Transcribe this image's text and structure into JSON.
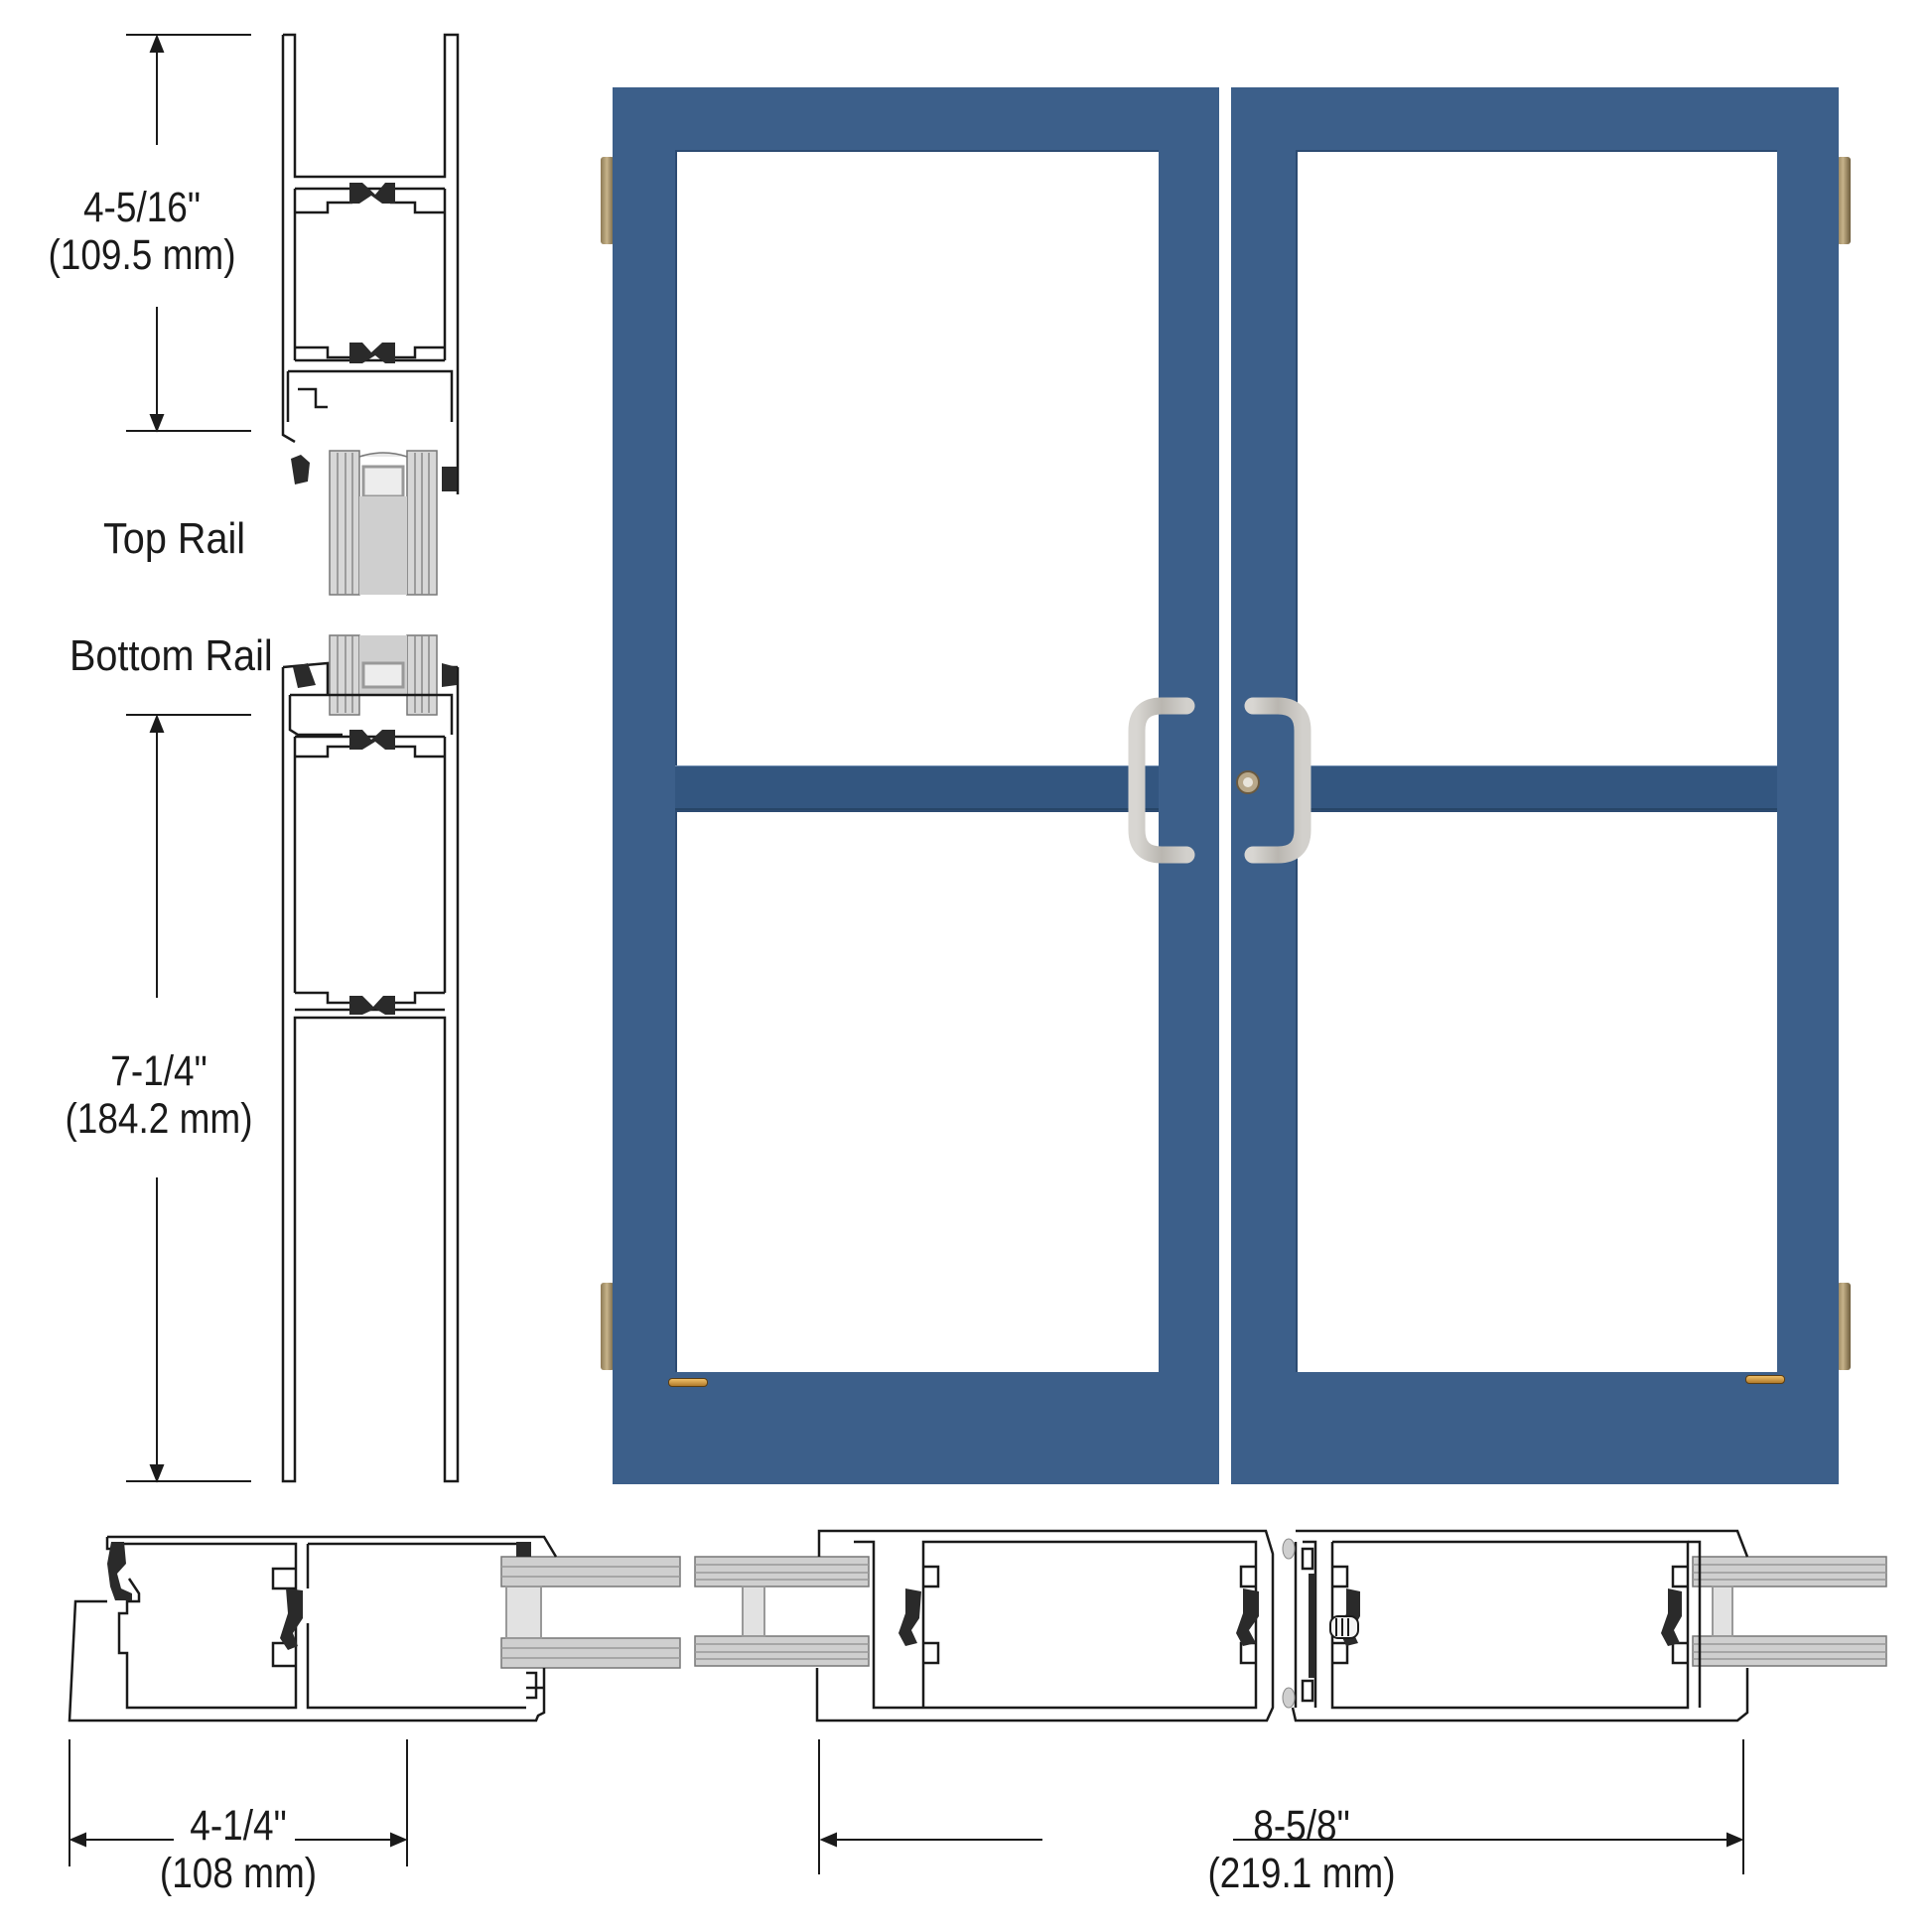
{
  "diagram": {
    "title": "Double glass entrance door with rail and stile section details",
    "door_color": "#3c5f8a",
    "door_shadow_color": "#2c4b72",
    "hardware_color": "#c9c6c0",
    "hinge_color": "#a89468",
    "line_color": "#1a1a1a"
  },
  "top_rail": {
    "label": "Top Rail",
    "dimension_in": "4-5/16\"",
    "dimension_mm": "(109.5 mm)"
  },
  "bottom_rail": {
    "label": "Bottom Rail",
    "dimension_in": "7-1/4\"",
    "dimension_mm": "(184.2 mm)"
  },
  "hinge_stile": {
    "dimension_in": "4-1/4\"",
    "dimension_mm": "(108 mm)"
  },
  "meeting_stiles": {
    "dimension_in": "8-5/8\"",
    "dimension_mm": "(219.1 mm)"
  },
  "door_elevation": {
    "leaves": [
      {
        "name": "left-door-leaf",
        "hinge_side": "left",
        "panes": 2
      },
      {
        "name": "right-door-leaf",
        "hinge_side": "right",
        "panes": 2
      }
    ],
    "hardware": [
      "pull-handle-left",
      "pull-handle-right",
      "cylinder-lock",
      "top-hinges",
      "bottom-hinges",
      "bottom-pivots"
    ]
  }
}
